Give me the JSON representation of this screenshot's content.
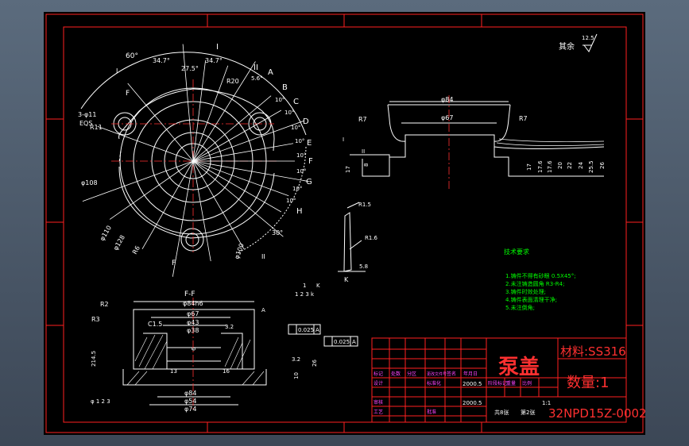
{
  "drawing": {
    "colors": {
      "background": "#000000",
      "frame": "#ff0000",
      "line": "#ffffff",
      "centerline": "#ff3030",
      "note": "#00ff00",
      "title_red": "#ff2020"
    },
    "roughness": {
      "label": "其余",
      "value": "12.5"
    },
    "plan_view": {
      "labels": [
        "60°",
        "34.7°",
        "34.7°",
        "27.5°",
        "I",
        "II",
        "A",
        "B",
        "C",
        "D",
        "E",
        "F",
        "G",
        "H",
        "R20",
        "5.6°",
        "10°",
        "10°",
        "10°",
        "10°",
        "10°",
        "10°",
        "10°",
        "10°",
        "30°",
        "3-φ11",
        "EQS",
        "R11",
        "φ108",
        "φ110",
        "φ128",
        "R6",
        "F",
        "F",
        "φ100",
        "II",
        "I"
      ]
    },
    "right_section": {
      "dims": [
        "φ84",
        "φ67",
        "R7",
        "R7",
        "17",
        "8",
        "17",
        "17.6",
        "17.6",
        "20",
        "22",
        "24",
        "25.5",
        "26",
        "I",
        "II"
      ]
    },
    "detail_k": {
      "labels": [
        "R1.5",
        "R1.6",
        "5.8",
        "K"
      ]
    },
    "section_ff": {
      "title": "F-F",
      "dims": [
        "φ84h6",
        "φ67",
        "φ43",
        "φ38",
        "C1.5",
        "R2",
        "R3",
        "φ84",
        "φ54",
        "φ74",
        "214.5",
        "3.2",
        "3.2",
        "26",
        "10",
        "6",
        "13",
        "16",
        "A",
        "K"
      ],
      "tolerances": [
        "0.025",
        "A",
        "0.025",
        "A"
      ],
      "text_right": [
        "1",
        "1 2 3 k",
        "φ 1 2 3"
      ]
    },
    "notes": {
      "title": "技术要求",
      "lines": [
        "1.铸件不得有砂眼 0.5X45°;",
        "2.未注铸造圆角 R3-R4;",
        "3.铸件时效处理;",
        "4.铸件表面清理干净;",
        "5.未注倒角;"
      ]
    },
    "title_block": {
      "part_name": "泵盖",
      "material_label": "材料:SS316",
      "quantity_label": "数量:1",
      "drawing_no": "32NPD15Z-0002",
      "scale": "1:1",
      "sheet": [
        "共8张",
        "第2张"
      ],
      "dates": [
        "2000.5",
        "2000.5"
      ],
      "row_labels": [
        "标记",
        "处数",
        "分区",
        "更改文件号",
        "签名",
        "年月日",
        "设计",
        "审核",
        "工艺",
        "批准",
        "标准化",
        "阶段标记",
        "重量",
        "比例"
      ]
    }
  }
}
